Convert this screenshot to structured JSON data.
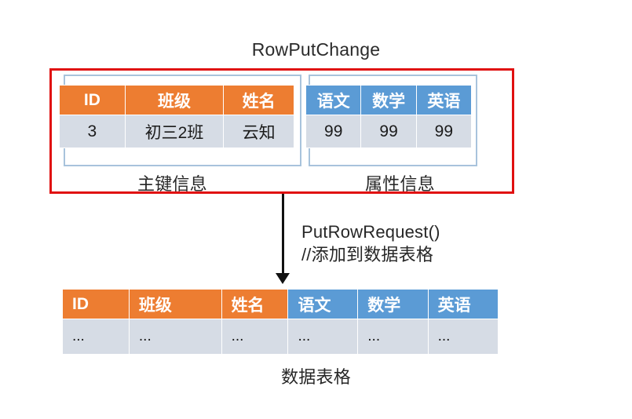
{
  "diagram": {
    "title": "RowPutChange",
    "bottom_caption": "数据表格",
    "arrow_annotation": {
      "line1": "PutRowRequest()",
      "line2": "//添加到数据表格"
    },
    "colors": {
      "primary_key_header": "#ED7D31",
      "attribute_header": "#5B9BD5",
      "value_row": "#D6DCE5",
      "red_border": "#E01010",
      "group_outline": "#A8C3DC"
    }
  },
  "row_put_change": {
    "primary_key_group": {
      "caption": "主键信息",
      "headers": [
        "ID",
        "班级",
        "姓名"
      ],
      "values": [
        "3",
        "初三2班",
        "云知"
      ]
    },
    "attribute_group": {
      "caption": "属性信息",
      "headers": [
        "语文",
        "数学",
        "英语"
      ],
      "values": [
        "99",
        "99",
        "99"
      ]
    }
  },
  "data_table": {
    "headers": [
      {
        "label": "ID",
        "kind": "pk"
      },
      {
        "label": "班级",
        "kind": "pk"
      },
      {
        "label": "姓名",
        "kind": "pk"
      },
      {
        "label": "语文",
        "kind": "attr"
      },
      {
        "label": "数学",
        "kind": "attr"
      },
      {
        "label": "英语",
        "kind": "attr"
      }
    ],
    "values": [
      "...",
      "...",
      "...",
      "...",
      "...",
      "..."
    ]
  }
}
